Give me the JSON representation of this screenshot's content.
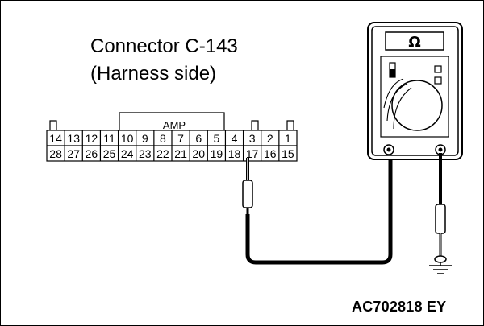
{
  "title": {
    "line1": "Connector C-143",
    "line2": "(Harness side)"
  },
  "connector": {
    "label": "AMP",
    "top_row": [
      "14",
      "13",
      "12",
      "11",
      "10",
      "9",
      "8",
      "7",
      "6",
      "5",
      "4",
      "3",
      "2",
      "1"
    ],
    "bottom_row": [
      "28",
      "27",
      "26",
      "25",
      "24",
      "23",
      "22",
      "21",
      "20",
      "19",
      "18",
      "17",
      "16",
      "15"
    ],
    "probed_terminal": "17"
  },
  "meter": {
    "mode_symbol": "Ω"
  },
  "figure_id": "AC702818 EY"
}
